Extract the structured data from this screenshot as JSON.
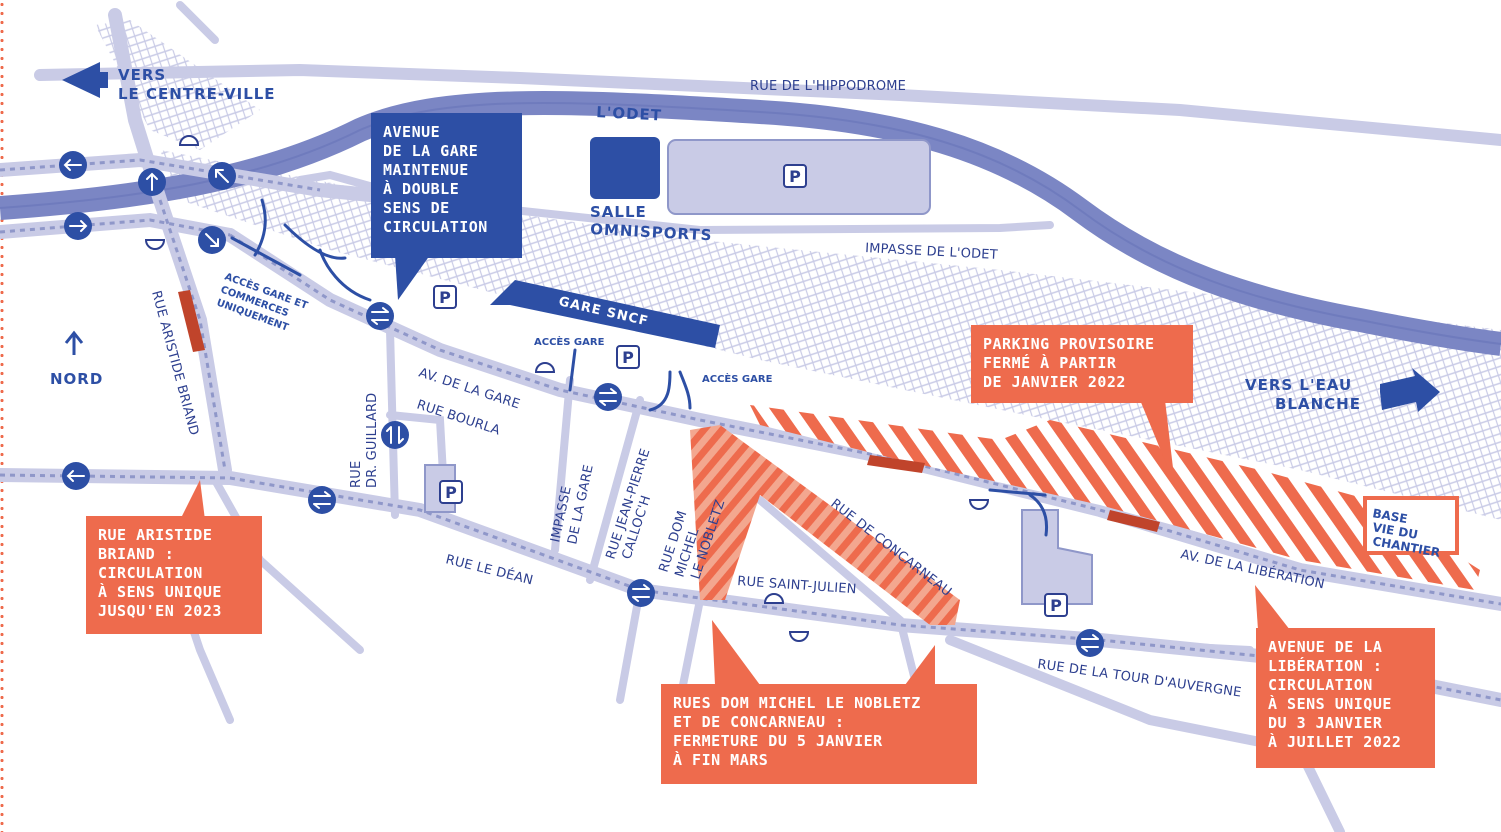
{
  "streets": {
    "hippodrome": "RUE DE L'HIPPODROME",
    "odet_river": "L'ODET",
    "impasse_odet": "IMPASSE DE L'ODET",
    "av_gare": "AV. DE LA GARE",
    "rue_bourla": "RUE BOURLA",
    "rue_guillard_1": "RUE",
    "rue_guillard_2": "DR. GUILLARD",
    "rue_aristide": "RUE ARISTIDE BRIAND",
    "impasse_gare_1": "IMPASSE",
    "impasse_gare_2": "DE LA GARE",
    "jean_pierre_1": "RUE JEAN-PIERRE",
    "jean_pierre_2": "CALLOC'H",
    "dom_michel_1": "RUE DOM",
    "dom_michel_2": "MICHEL",
    "dom_michel_3": "LE NOBLETZ",
    "concarneau": "RUE DE CONCARNEAU",
    "saint_julien": "RUE SAINT-JULIEN",
    "le_dean": "RUE LE DÉAN",
    "tour_auvergne": "RUE DE LA TOUR D'AUVERGNE",
    "liberation": "AV. DE LA LIBÉRATION"
  },
  "places": {
    "vers_centre_1": "VERS",
    "vers_centre_2": "LE CENTRE-VILLE",
    "vers_eau_1": "VERS L'EAU",
    "vers_eau_2": "BLANCHE",
    "nord": "NORD",
    "salle_1": "SALLE",
    "salle_2": "OMNISPORTS",
    "gare_sncf": "GARE SNCF",
    "acces_gare_1": "ACCÈS GARE",
    "acces_gare_2": "ACCÈS GARE",
    "acces_commerces_1": "ACCÈS GARE ET",
    "acces_commerces_2": "COMMERCES",
    "acces_commerces_3": "UNIQUEMENT",
    "base_vie_1": "BASE",
    "base_vie_2": "VIE DU",
    "base_vie_3": "CHANTIER",
    "parking_symbol": "P"
  },
  "callouts": {
    "avenue_gare": "AVENUE\nDE LA GARE\nMAINTENUE\nÀ DOUBLE\nSENS DE\nCIRCULATION",
    "parking_provisoire": "PARKING PROVISOIRE\nFERMÉ À PARTIR\nDE JANVIER 2022",
    "aristide_briand": "RUE ARISTIDE\nBRIAND :\nCIRCULATION\nÀ SENS UNIQUE\nJUSQU'EN 2023",
    "dom_michel": "RUES DOM MICHEL LE NOBLETZ\nET DE CONCARNEAU :\nFERMETURE DU 5 JANVIER\nÀ FIN MARS",
    "liberation": "AVENUE DE LA\nLIBÉRATION :\nCIRCULATION\nÀ SENS UNIQUE\nDU 3 JANVIER\nÀ JUILLET 2022"
  },
  "colors": {
    "road": "#c9cbe6",
    "river": "#7b86c4",
    "dark_blue": "#2d4fa5",
    "orange": "#ee6b4d",
    "rail": "#c9cbe6"
  }
}
